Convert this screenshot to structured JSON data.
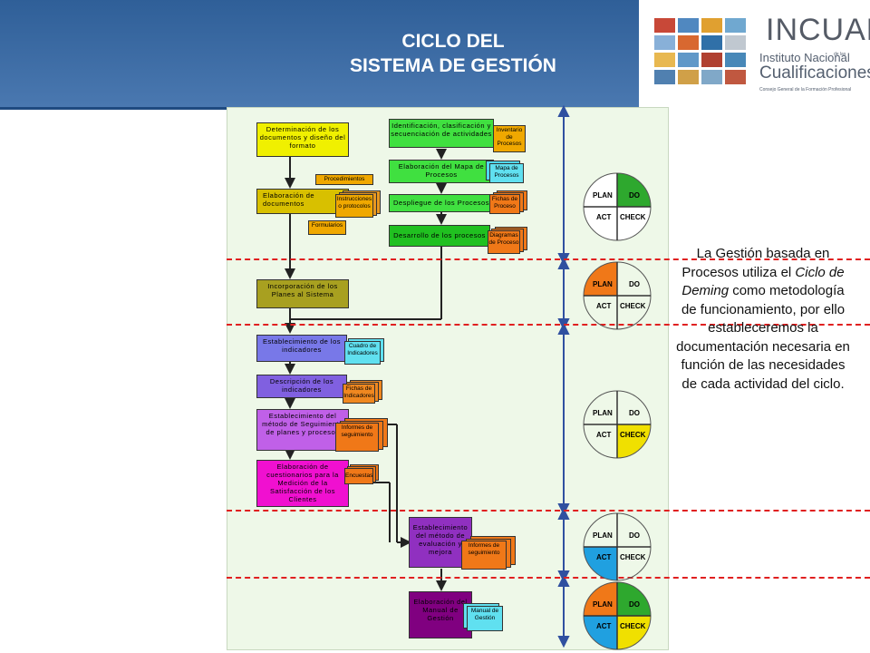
{
  "header": {
    "title_line1": "CICLO DEL",
    "title_line2": "SISTEMA DE GESTIÓN"
  },
  "logo": {
    "name": "INCUAL",
    "line1": "Instituto Nacional",
    "small": "de las",
    "line2": "Cualificaciones",
    "line3": "Consejo General de la Formación Profesional"
  },
  "flow": {
    "determinacion": "Determinación de los documentos y diseño del formato",
    "procedimientos": "Procedimientos",
    "elaboracion_doc": "Elaboración de documentos",
    "instrucciones": "Instrucciones o protocolos",
    "formularios": "Formularios",
    "identificacion": "Identificación, clasificación y secuenciación de actividades",
    "inventario": "Inventario de Procesos",
    "elaboracion_mapa": "Elaboración del Mapa de Procesos",
    "mapa": "Mapa de Procesos",
    "despliegue": "Despliegue de los Procesos",
    "fichas_proceso": "Fichas de Proceso",
    "desarrollo": "Desarrollo de los procesos",
    "diagramas": "Diagramas de Proceso",
    "incorporacion": "Incorporación de los Planes al Sistema",
    "establecimiento_ind": "Establecimiento de los indicadores",
    "cuadro_ind": "Cuadro de Indicadores",
    "descripcion_ind": "Descripción de los indicadores",
    "fichas_ind": "Fichas de Indicadores",
    "establecimiento_metodo": "Establecimiento del método de Seguimiento de planes y procesos",
    "informes1": "Informes de seguimiento",
    "elaboracion_cuest": "Elaboración de cuestionarios para la Medición de la Satisfacción de los Clientes",
    "encuestas": "Encuestas",
    "establecimiento_eval": "Establecimiento del método de evaluación y mejora",
    "informes2": "Informes de seguimiento",
    "elaboracion_manual": "Elaboración del Manual de Gestión",
    "manual": "Manual de Gestión"
  },
  "pdca": {
    "plan": "PLAN",
    "do": "DO",
    "act": "ACT",
    "check": "CHECK"
  },
  "description": {
    "part1": "La Gestión basada en Procesos utiliza el ",
    "italic": "Ciclo de Deming",
    "part2": " como metodología de funcionamiento, por ello estableceremos la documentación necesaria en función de las necesidades de cada actividad del ciclo."
  },
  "colors": {
    "header": "#2f5f98",
    "green": "#2ea82e",
    "orange": "#f07818",
    "yellow": "#f0e000",
    "blue": "#20a0e0",
    "pink": "#f000c0",
    "purple": "#9030c0"
  }
}
